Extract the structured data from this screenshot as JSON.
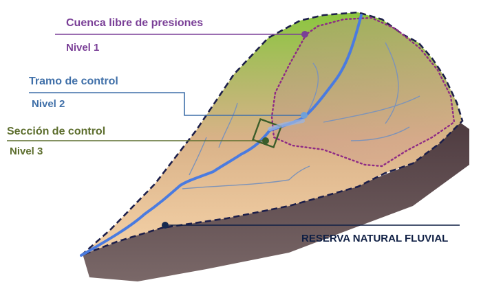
{
  "labels": {
    "cuenca": {
      "title": "Cuenca libre de presiones",
      "level": "Nivel 1",
      "color": "#7a3f97"
    },
    "tramo": {
      "title": "Tramo de control",
      "level": "Nivel 2",
      "color": "#3f6fa8"
    },
    "seccion": {
      "title": "Sección de control",
      "level": "Nivel  3",
      "color": "#5d6e2e"
    },
    "reserva": {
      "title": "RESERVA NATURAL FLUVIAL",
      "color": "#0f1f44"
    }
  },
  "colors": {
    "terrain_top": "#8cc63f",
    "terrain_mid": "#c4a97a",
    "terrain_low": "#f3cfa3",
    "terrain_side": "#5c4a4c",
    "outline": "#1d1f4a",
    "river": "#4a7be0",
    "stream": "#7d93b8",
    "subbasin_dots": "#8e2a85"
  }
}
